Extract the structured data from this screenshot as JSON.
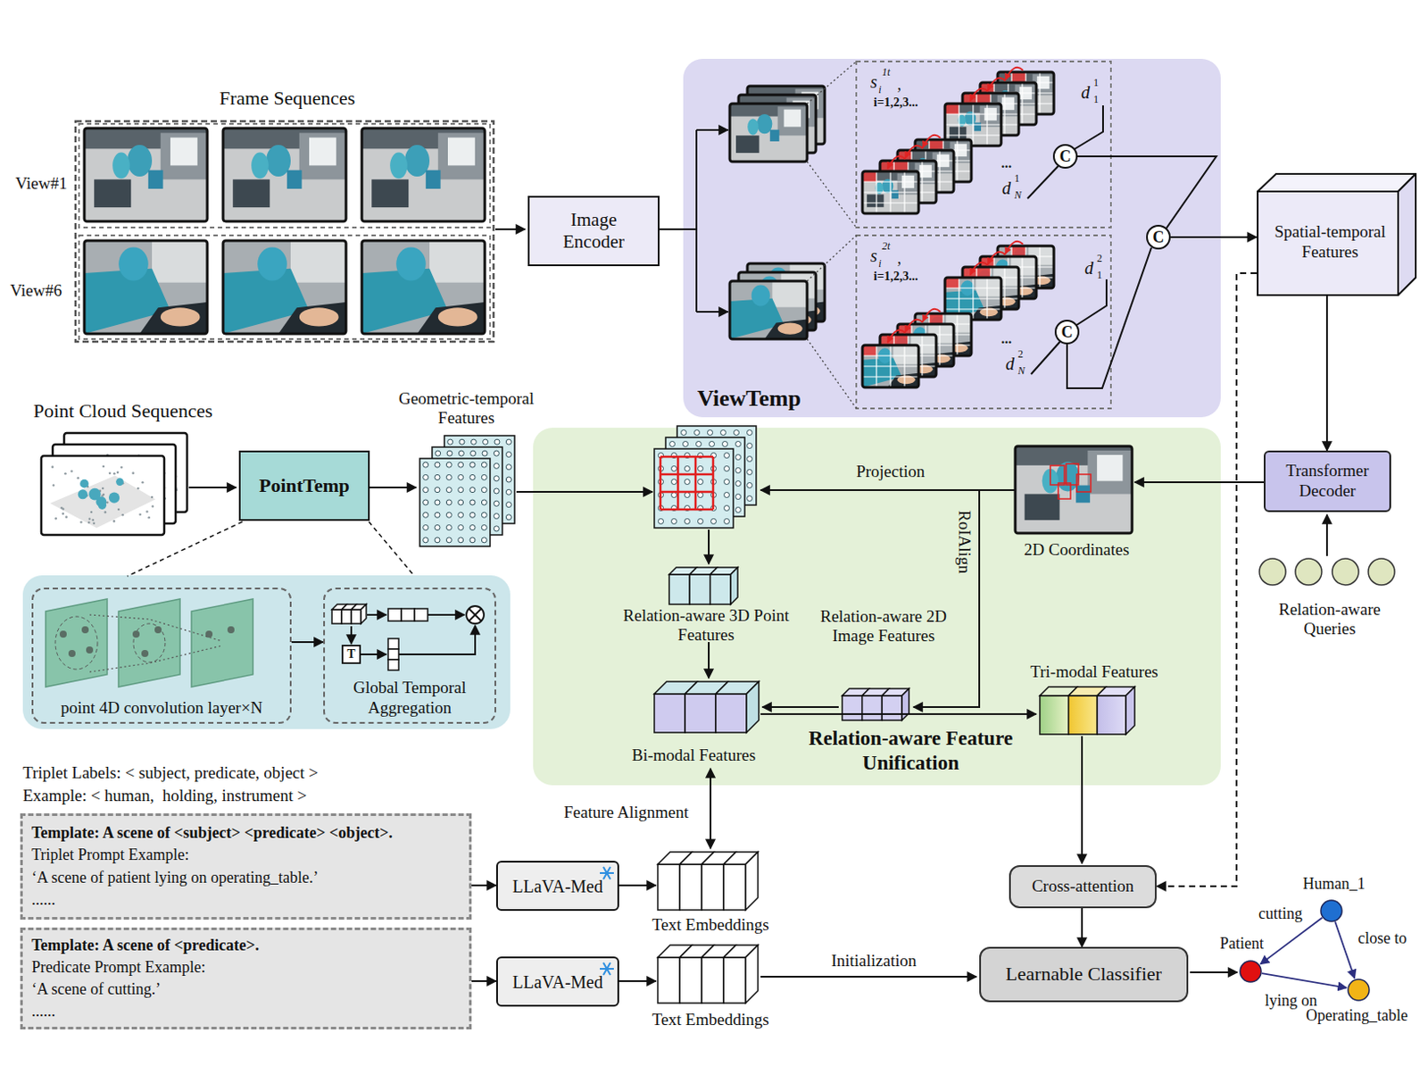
{
  "diagram": {
    "nodes": [
      {
        "text": [
          "Image Encoder"
        ]
      },
      {
        "text": [
          "ViewTemp"
        ]
      },
      {
        "text": [
          "Spatial-temporal Features"
        ]
      },
      {
        "text": [
          "Transformer Decoder"
        ]
      },
      {
        "text": [
          "PointTemp"
        ]
      },
      {
        "text": [
          "point 4D convolution layer×N"
        ]
      },
      {
        "text": [
          "Global Temporal Aggregation"
        ]
      },
      {
        "text": [
          "Relation-aware Feature Unification"
        ]
      },
      {
        "text": [
          "Template: A scene of <subject> <predicate> <object>.",
          "Triplet Prompt Example:",
          "‘A scene of patient lying on operating_table.’",
          "......"
        ]
      },
      {
        "text": [
          "LLaVA-Med"
        ]
      },
      {
        "text": [
          "Template: A scene of <predicate>.",
          "Predicate Prompt Example:",
          "‘A scene of cutting.’",
          "......"
        ]
      },
      {
        "text": [
          "LLaVA-Med"
        ]
      },
      {
        "text": [
          "Cross-attention"
        ]
      },
      {
        "text": [
          "Learnable Classifier"
        ]
      }
    ],
    "edges": [
      {
        "from": 0,
        "to": 1,
        "arrow": "none"
      },
      {
        "from": 1,
        "to": 2,
        "arrow": "to"
      },
      {
        "from": 2,
        "to": 3,
        "arrow": "to"
      },
      {
        "from": 2,
        "to": 12,
        "arrow": "to"
      },
      {
        "from": 12,
        "to": 13,
        "arrow": "to"
      },
      {
        "from": 8,
        "to": 9,
        "arrow": "to"
      },
      {
        "from": 10,
        "to": 11,
        "arrow": "to"
      },
      {
        "from": 5,
        "to": 6,
        "arrow": "to"
      }
    ],
    "labels": [
      "Frame Sequences",
      "View#1",
      "View#6",
      "s",
      "1t",
      "i",
      ",",
      "i=1,2,3...",
      "d",
      "1",
      "1",
      "...",
      "d",
      "1",
      "N",
      "C",
      "s",
      "2t",
      "i",
      ",",
      "i=1,2,3...",
      "d",
      "2",
      "1",
      "...",
      "d",
      "2",
      "N",
      "C",
      "C",
      "Point Cloud Sequences",
      "Geometric-temporal Features",
      "T",
      "Projection",
      "2D Coordinates",
      "RoIAlign",
      "Relation-aware 3D Point Features",
      "Relation-aware 2D Image Features",
      "Bi-modal Features",
      "Tri-modal Features",
      "Relation-aware Queries",
      "Triplet Labels: < subject, predicate, object >",
      "Example: < human,  holding, instrument >",
      "Feature Alignment",
      "Text Embeddings",
      "Text Embeddings",
      "Initialization",
      "Human_1",
      "cutting",
      "close to",
      "Patient",
      "lying on",
      "Operating_table"
    ]
  }
}
